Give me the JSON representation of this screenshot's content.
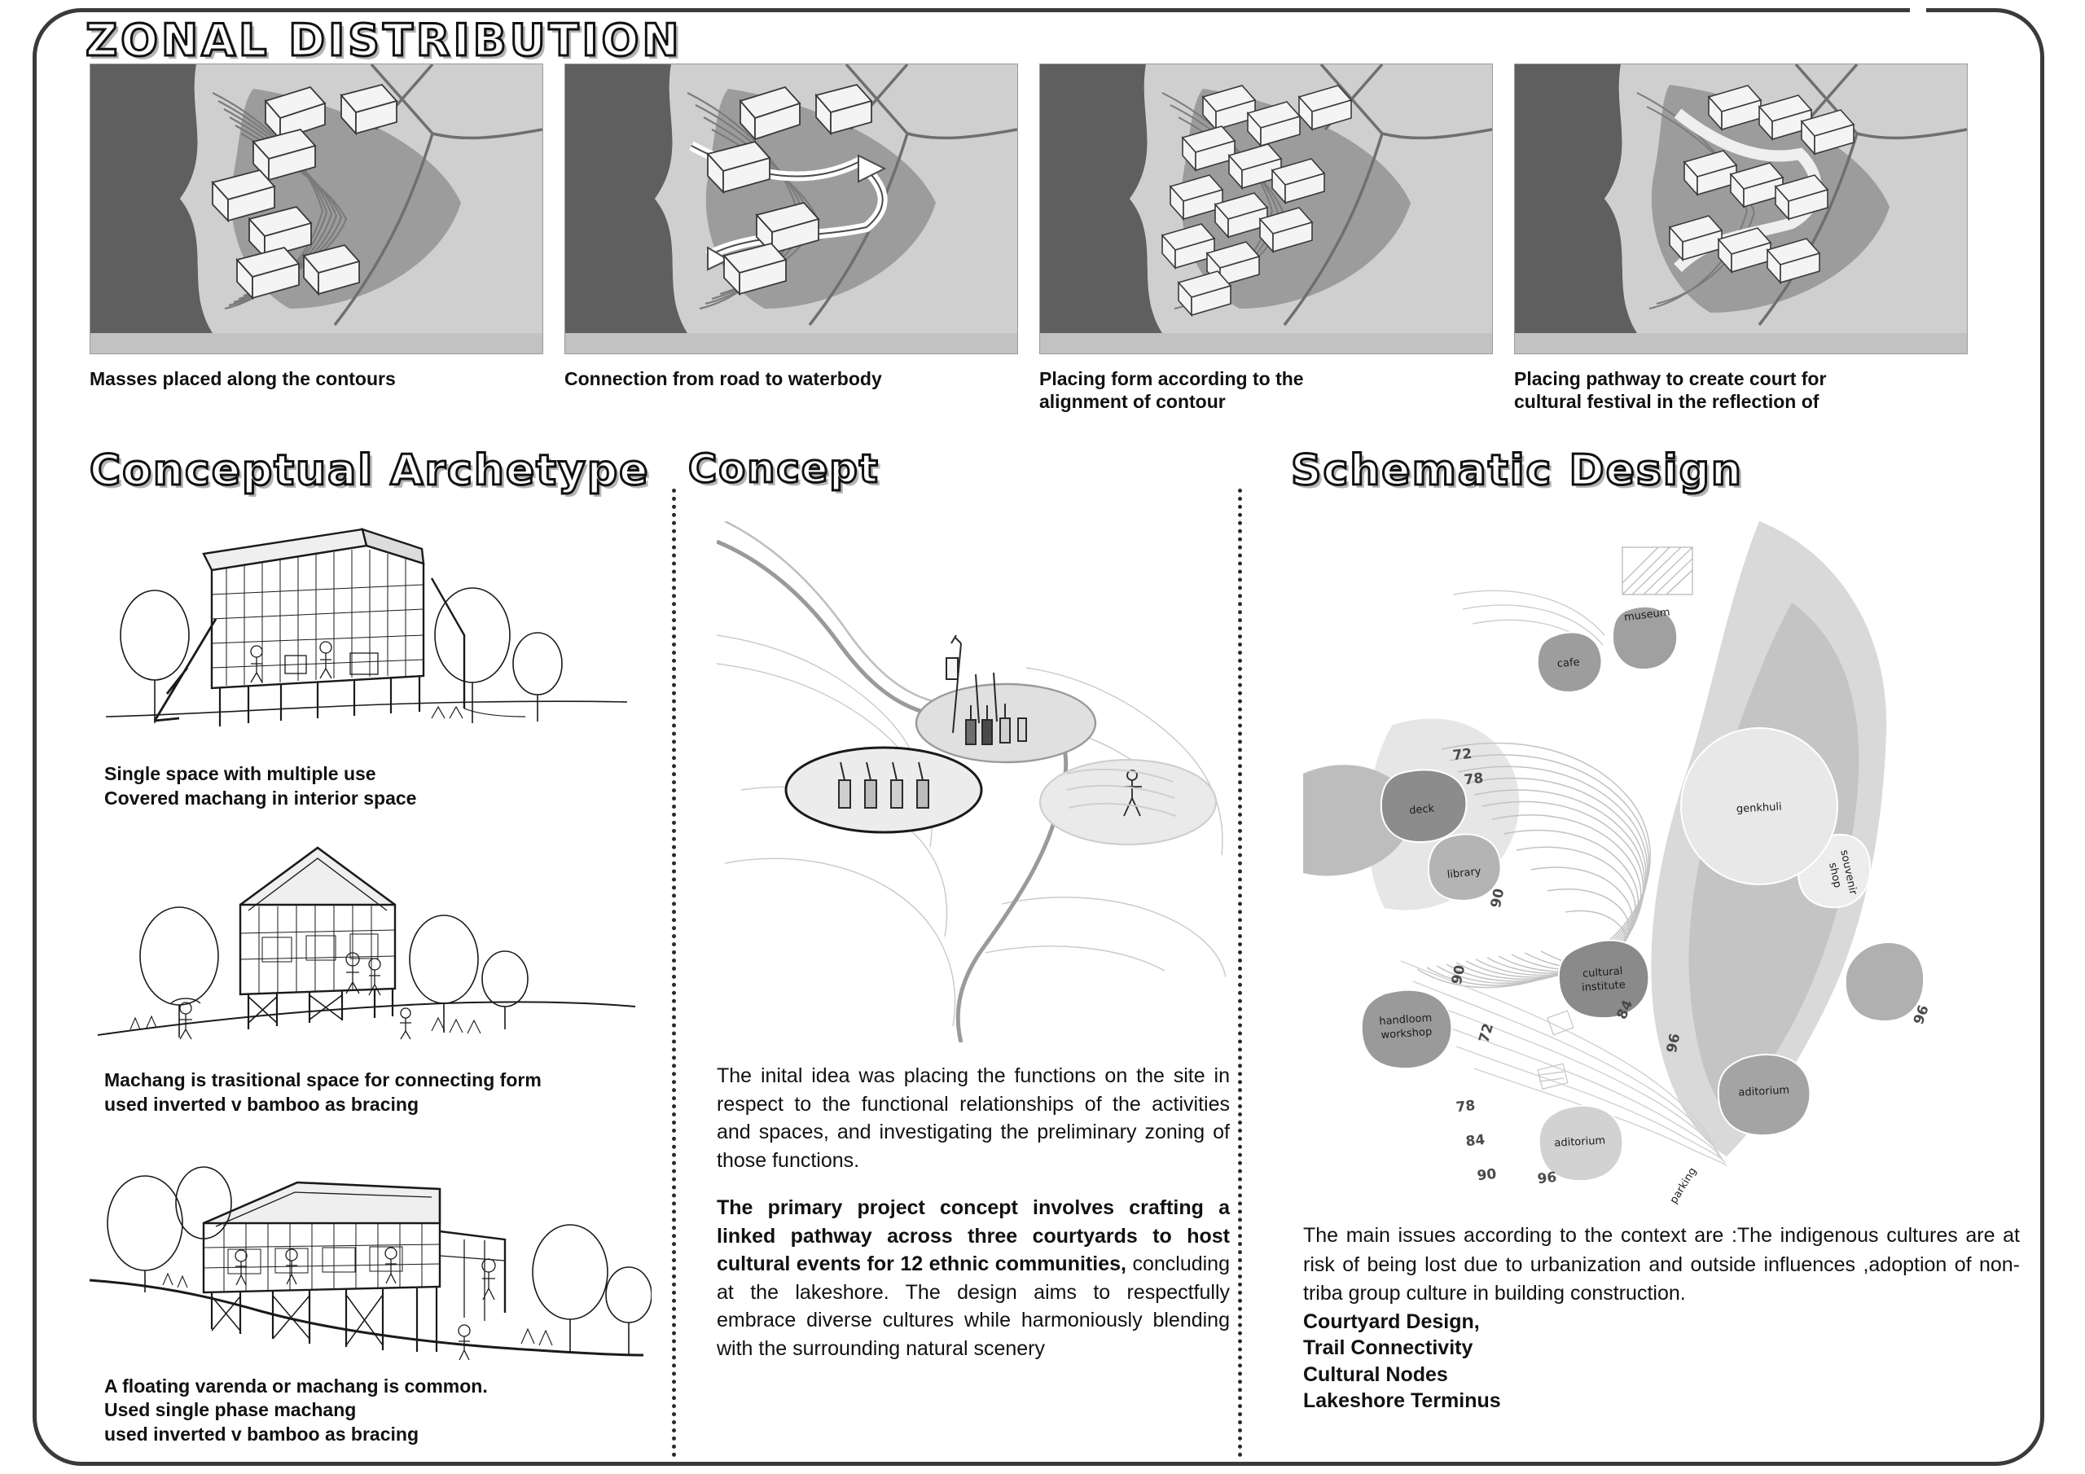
{
  "board": {
    "zonal_title": "ZONAL DISTRIBUTION"
  },
  "zonal": {
    "steps": [
      {
        "caption": "Masses placed along the contours"
      },
      {
        "caption": "Connection from road to waterbody"
      },
      {
        "caption": "Placing form according to the\nalignment of contour"
      },
      {
        "caption": "Placing pathway to create court for\ncultural festival in the reflection of"
      }
    ]
  },
  "headers": {
    "archetype": "Conceptual Archetype",
    "concept": "Concept",
    "schematic": "Schematic Design"
  },
  "archetype": {
    "items": [
      {
        "caption": "Single space with multiple use\nCovered machang in interior  space"
      },
      {
        "caption": "Machang is trasitional space for  connecting form\nused inverted v bamboo as bracing"
      },
      {
        "caption": "A floating varenda or machang is common.\nUsed single phase machang\nused inverted v bamboo as bracing"
      }
    ]
  },
  "concept": {
    "paragraph_1": "The inital idea was placing the functions on the site in respect to the functional relationships of the activities and spaces, and investigating the preliminary zoning of those functions.",
    "paragraph_2_bold": "The primary project concept involves crafting a linked pathway across three courtyards to host cultural events for 12 ethnic communities,",
    "paragraph_2_rest": " concluding at the lakeshore. The design aims to respectfully embrace diverse cultures while harmoniously blending with the surrounding natural scenery"
  },
  "schematic": {
    "paragraph": "The main issues according to the context   are :The indigenous cultures are at risk of being lost due to urbanization and outside influences ,adoption of non-triba group culture in building construction.",
    "list": [
      "Courtyard Design,",
      "Trail Connectivity",
      "Cultural Nodes",
      "Lakeshore Terminus"
    ],
    "map_labels": [
      {
        "text": "museum"
      },
      {
        "text": "cafe"
      },
      {
        "text": "deck"
      },
      {
        "text": "library"
      },
      {
        "text": "genkhuli"
      },
      {
        "text": "souvenir shop"
      },
      {
        "text": "cultural institute"
      },
      {
        "text": "handloom workshop"
      },
      {
        "text": "aditorium"
      },
      {
        "text": "aditorium"
      },
      {
        "text": "parking"
      }
    ],
    "contour_values": [
      "72",
      "78",
      "90",
      "72",
      "84",
      "96",
      "96",
      "78",
      "84",
      "90",
      "96"
    ]
  },
  "colors": {
    "ink": "#111111",
    "frame": "#3a3a3a",
    "terrain_dark": "#6e6e6e",
    "terrain_mid": "#a8a8a8",
    "terrain_light": "#d8d8d8",
    "water": "#9a9a9a",
    "mass": "#f2f2f2"
  }
}
